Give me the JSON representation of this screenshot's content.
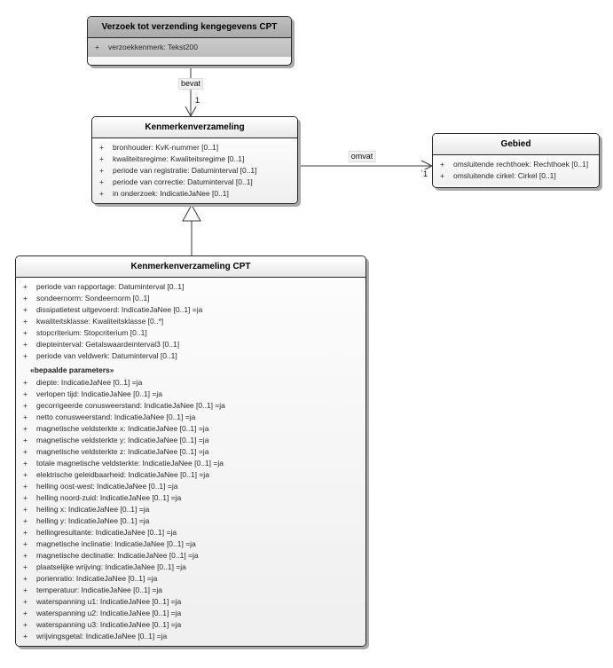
{
  "diagram": {
    "type": "uml-class-diagram",
    "background_color": "#ffffff",
    "colors": {
      "box_border": "#262626",
      "box_shadow": "#a9a9a9",
      "gray_class_header": "#b5b5b5",
      "gray_class_body": "#c4c4c4",
      "white_class_header": "#f2f2f2",
      "white_class_body": "#f7f7f7",
      "connector": "#3a3a3a",
      "text": "#2a2a2a"
    }
  },
  "classes": {
    "verzoek": {
      "title": "Verzoek tot verzending kengegevens CPT",
      "attributes": [
        "verzoekkenmerk: Tekst200"
      ]
    },
    "kenmerkenverzameling": {
      "title": "Kenmerkenverzameling",
      "attributes": [
        "bronhouder: KvK-nummer [0..1]",
        "kwaliteitsregime: Kwaliteitsregime [0..1]",
        "periode van registratie: Datuminterval [0..1]",
        "periode van correctie: Datuminterval [0..1]",
        "in onderzoek: IndicatieJaNee [0..1]"
      ]
    },
    "gebied": {
      "title": "Gebied",
      "attributes": [
        "omsluitende rechthoek: Rechthoek [0..1]",
        "omsluitende cirkel: Cirkel [0..1]"
      ]
    },
    "cpt": {
      "title": "Kenmerkenverzameling CPT",
      "attributes": [
        "periode van rapportage: Datuminterval [0..1]",
        "sondeernorm: Sondeernorm [0..1]",
        "dissipatietest uitgevoerd: IndicatieJaNee [0..1] =ja",
        "kwaliteitsklasse: Kwaliteitsklasse [0..*]",
        "stopcriterium: Stopcriterium [0..1]",
        "diepteinterval: Getalswaardeinterval3 [0..1]",
        "periode van veldwerk: Datuminterval [0..1]"
      ],
      "stereotype_heading": "«bepaalde parameters»",
      "bepaalde_parameters": [
        "diepte: IndicatieJaNee [0..1] =ja",
        "verlopen tijd: IndicatieJaNee [0..1] =ja",
        "gecorrigeerde conusweerstand: IndicatieJaNee [0..1] =ja",
        "netto conusweerstand: IndicatieJaNee [0..1] =ja",
        "magnetische veldsterkte x: IndicatieJaNee [0..1] =ja",
        "magnetische veldsterkte y: IndicatieJaNee [0..1] =ja",
        "magnetische veldsterkte z: IndicatieJaNee [0..1] =ja",
        "totale magnetische veldsterkte: IndicatieJaNee [0..1] =ja",
        "elektrische geleidbaarheid: IndicatieJaNee [0..1] =ja",
        "helling oost-west: IndicatieJaNee [0..1] =ja",
        "helling noord-zuid: IndicatieJaNee [0..1] =ja",
        "helling x: IndicatieJaNee [0..1] =ja",
        "helling y: IndicatieJaNee [0..1] =ja",
        "hellingresultante: IndicatieJaNee [0..1] =ja",
        "magnetische inclinatie: IndicatieJaNee [0..1] =ja",
        "magnetische declinatie: IndicatieJaNee [0..1] =ja",
        "plaatselijke wrijving: IndicatieJaNee [0..1] =ja",
        "porienratio: IndicatieJaNee [0..1] =ja",
        "temperatuur: IndicatieJaNee [0..1] =ja",
        "waterspanning u1: IndicatieJaNee [0..1] =ja",
        "waterspanning u2: IndicatieJaNee [0..1] =ja",
        "waterspanning u3: IndicatieJaNee [0..1] =ja",
        "wrijvingsgetal: IndicatieJaNee [0..1] =ja"
      ]
    }
  },
  "connectors": {
    "bevat": {
      "label": "bevat",
      "target_multiplicity": "1"
    },
    "omvat": {
      "label": "omvat",
      "target_multiplicity": "1"
    },
    "generalization": {
      "from": "Kenmerkenverzameling CPT",
      "to": "Kenmerkenverzameling"
    }
  }
}
